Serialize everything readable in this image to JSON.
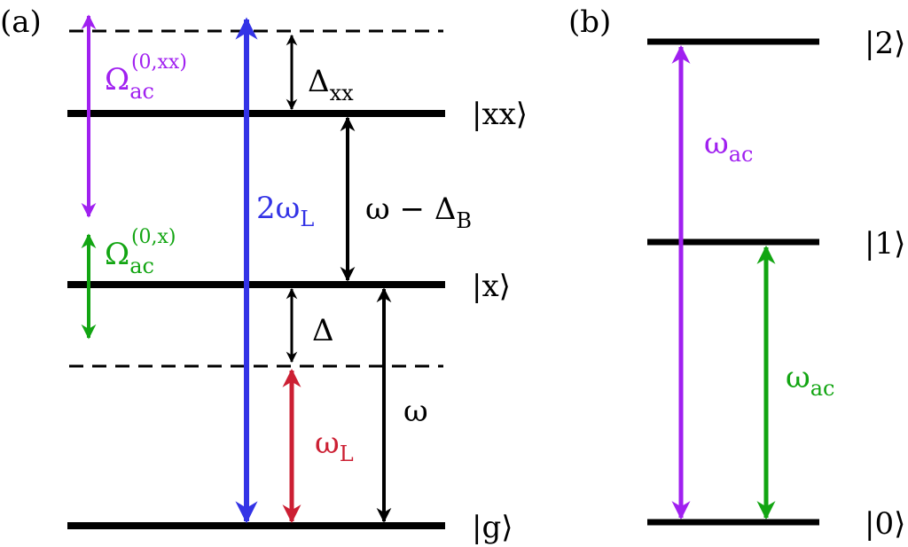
{
  "colors": {
    "black": "#000000",
    "purple": "#a020f0",
    "green": "#12a512",
    "blue": "#3333e6",
    "red": "#cc1f33"
  },
  "panel_a": {
    "label": "(a)",
    "states": {
      "xx": "|xx⟩",
      "x": "|x⟩",
      "g": "|g⟩"
    },
    "arrows": {
      "omega_ac_xx": {
        "symbol": "Ω",
        "sub": "ac",
        "sup": "(0,xx)"
      },
      "omega_ac_x": {
        "symbol": "Ω",
        "sub": "ac",
        "sup": "(0,x)"
      },
      "two_omega_L": {
        "prefix": "2ω",
        "sub": "L"
      },
      "delta_xx": {
        "symbol": "Δ",
        "sub": "xx"
      },
      "omega_minus_delta_b": {
        "text": "ω − Δ",
        "sub": "B"
      },
      "delta": {
        "symbol": "Δ"
      },
      "omega_L": {
        "symbol": "ω",
        "sub": "L"
      },
      "omega": {
        "symbol": "ω"
      }
    }
  },
  "panel_b": {
    "label": "(b)",
    "states": {
      "two": "|2⟩",
      "one": "|1⟩",
      "zero": "|0⟩"
    },
    "arrows": {
      "omega_ac_purple": {
        "symbol": "ω",
        "sub": "ac"
      },
      "omega_ac_green": {
        "symbol": "ω",
        "sub": "ac"
      }
    }
  }
}
